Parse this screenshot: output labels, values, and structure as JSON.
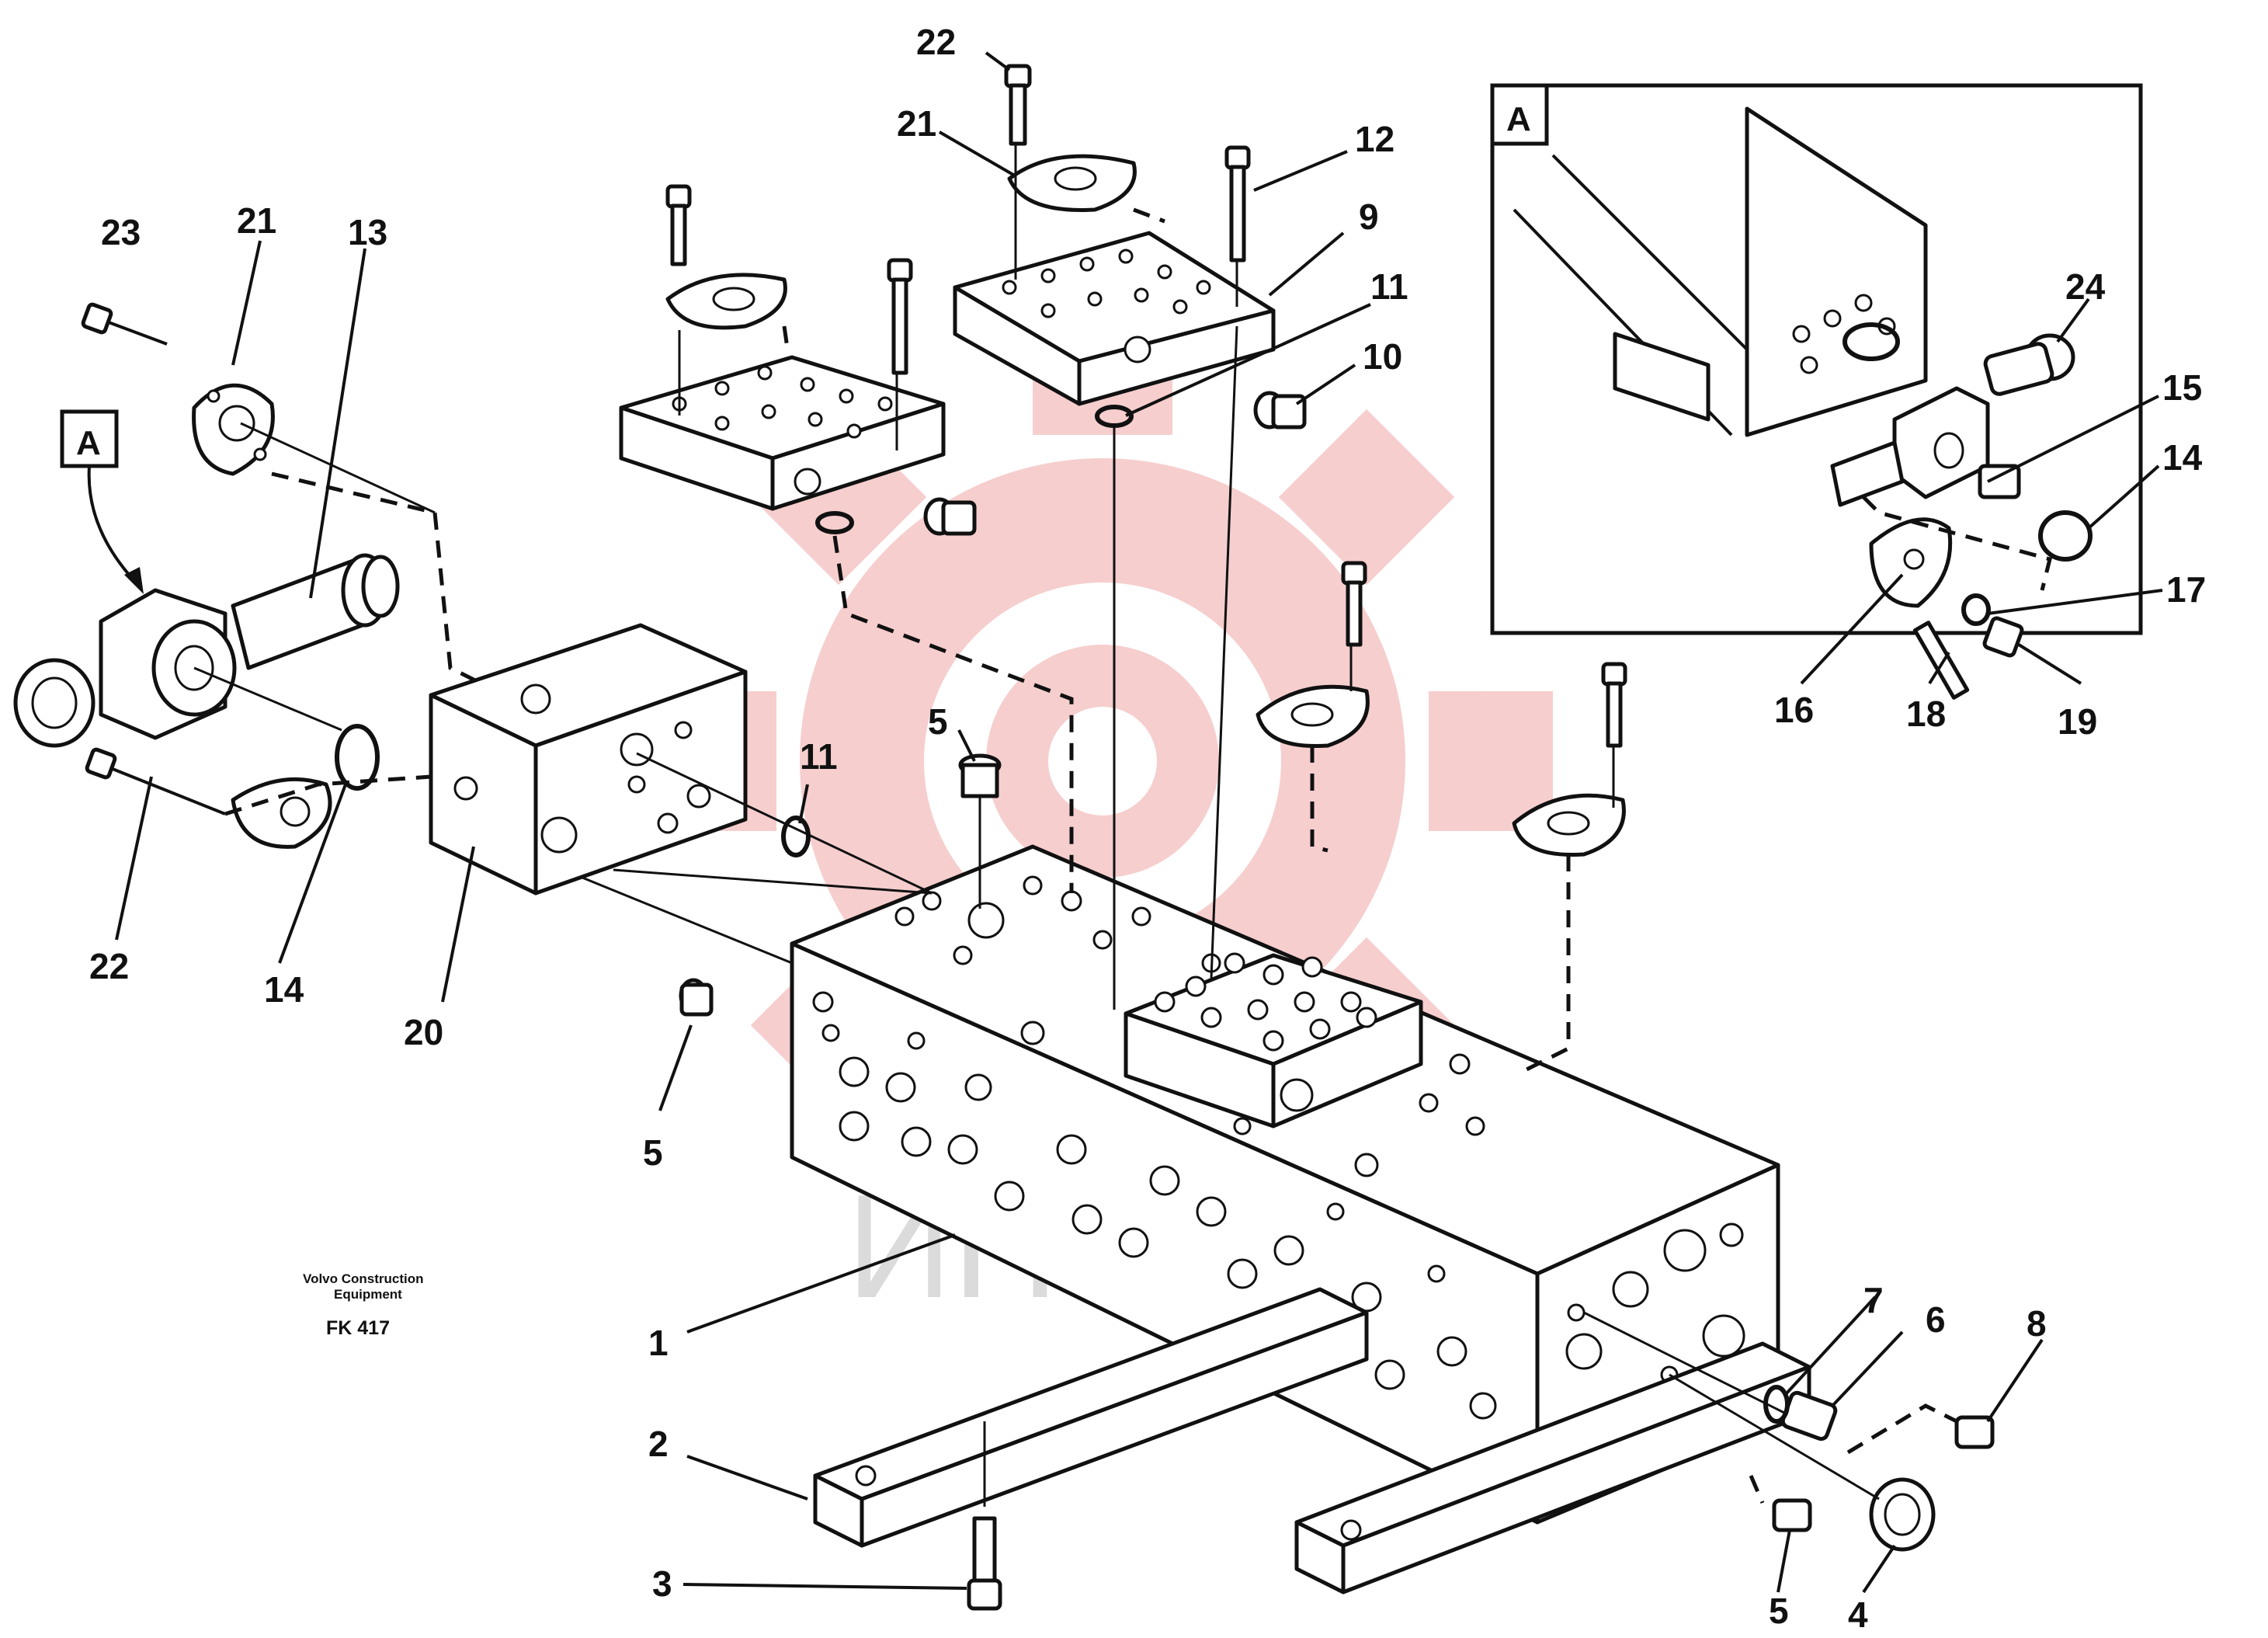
{
  "image_title": "",
  "credit": {
    "line1": "Volvo Construction",
    "line2": "Equipment"
  },
  "figure_code": "FK 417",
  "watermark_text": "ИНТЕХ",
  "watermark_color": "#f6c9c9",
  "detail_view_label": "A",
  "view_arrow_label": "A",
  "callouts": [
    {
      "id": "c22-top",
      "text": "22"
    },
    {
      "id": "c21-top",
      "text": "21"
    },
    {
      "id": "c12",
      "text": "12"
    },
    {
      "id": "c9",
      "text": "9"
    },
    {
      "id": "c11-top",
      "text": "11"
    },
    {
      "id": "c10",
      "text": "10"
    },
    {
      "id": "c23",
      "text": "23"
    },
    {
      "id": "c21-left",
      "text": "21"
    },
    {
      "id": "c13",
      "text": "13"
    },
    {
      "id": "c22-left",
      "text": "22"
    },
    {
      "id": "c14-left",
      "text": "14"
    },
    {
      "id": "c20",
      "text": "20"
    },
    {
      "id": "c11-mid",
      "text": "11"
    },
    {
      "id": "c5-mid",
      "text": "5"
    },
    {
      "id": "c5-left",
      "text": "5"
    },
    {
      "id": "c1",
      "text": "1"
    },
    {
      "id": "c2",
      "text": "2"
    },
    {
      "id": "c3",
      "text": "3"
    },
    {
      "id": "c7",
      "text": "7"
    },
    {
      "id": "c6",
      "text": "6"
    },
    {
      "id": "c8",
      "text": "8"
    },
    {
      "id": "c5-bottom",
      "text": "5"
    },
    {
      "id": "c4",
      "text": "4"
    },
    {
      "id": "c24",
      "text": "24"
    },
    {
      "id": "c15",
      "text": "15"
    },
    {
      "id": "c14-right",
      "text": "14"
    },
    {
      "id": "c17",
      "text": "17"
    },
    {
      "id": "c16",
      "text": "16"
    },
    {
      "id": "c18",
      "text": "18"
    },
    {
      "id": "c19",
      "text": "19"
    }
  ]
}
